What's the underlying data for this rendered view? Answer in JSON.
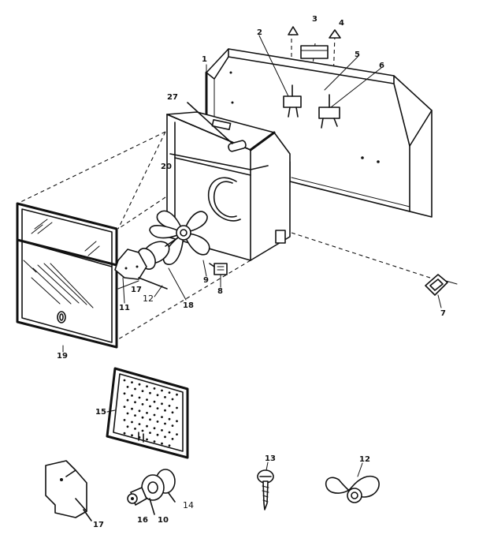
{
  "callouts": {
    "c1": "1",
    "c2": "2",
    "c3": "3",
    "c4": "4",
    "c5": "5",
    "c6": "6",
    "c7": "7",
    "c8": "8",
    "c9": "9",
    "c10": "10",
    "c11": "11",
    "c12a": "12",
    "c12b": "12",
    "c13": "13",
    "c14": "14",
    "c15": "15",
    "c16": "16",
    "c17a": "17",
    "c17b": "17",
    "c18": "18",
    "c19": "19",
    "c20": "20",
    "c27": "27"
  }
}
